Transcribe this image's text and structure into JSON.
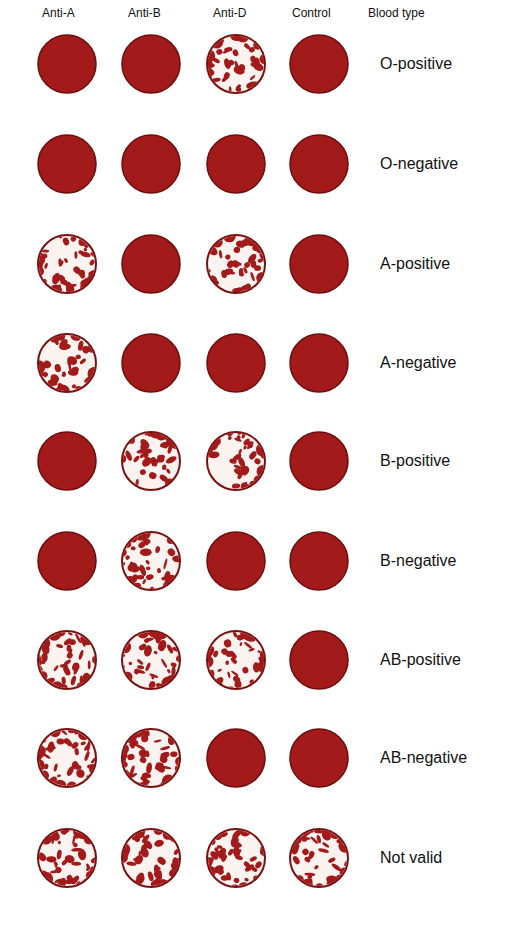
{
  "diagram": {
    "labels": [
      "Anti-A",
      "Anti-B",
      "Anti-D",
      "Control",
      "Blood type",
      "O-positive",
      "O-negative",
      "A-positive",
      "A-negative",
      "B-positive",
      "B-negative",
      "AB-positive",
      "AB-negative",
      "Not valid"
    ]
  }
}
